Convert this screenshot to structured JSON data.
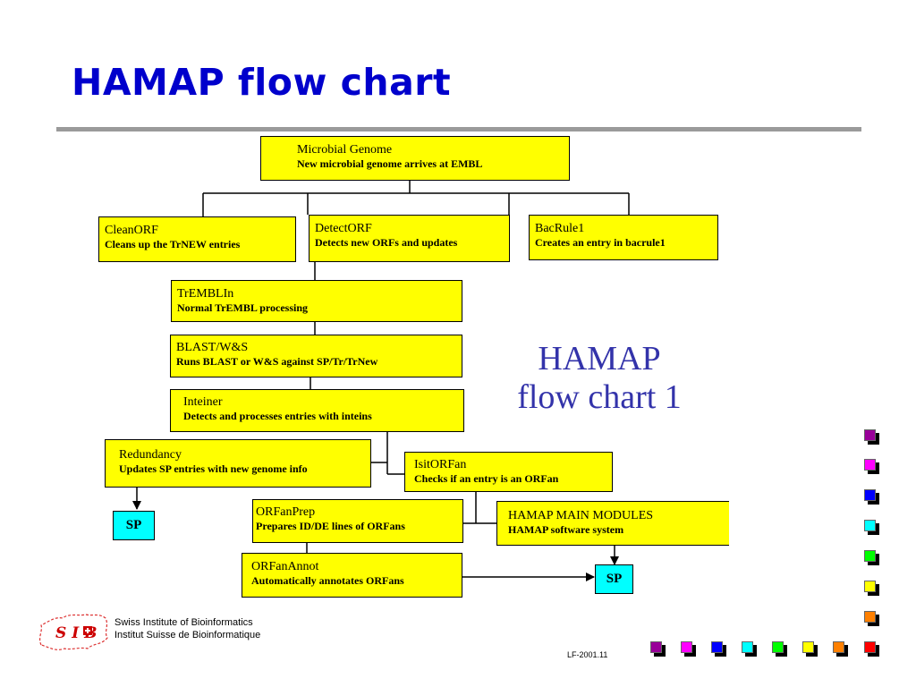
{
  "slide": {
    "title": "HAMAP flow chart"
  },
  "boxes": {
    "microbial": {
      "title": "Microbial Genome",
      "desc": "New microbial genome arrives at EMBL"
    },
    "cleanorf": {
      "title": "CleanORF",
      "desc": "Cleans up the TrNEW entries"
    },
    "detectorf": {
      "title": "DetectORF",
      "desc": "Detects new ORFs and updates"
    },
    "bacrule1": {
      "title": "BacRule1",
      "desc": "Creates an entry in bacrule1"
    },
    "tremblin": {
      "title": "TrEMBLIn",
      "desc": "Normal TrEMBL processing"
    },
    "blast": {
      "title": "BLAST/W&S",
      "desc": "Runs BLAST or W&S against SP/Tr/TrNew"
    },
    "inteiner": {
      "title": "Inteiner",
      "desc": "Detects and processes entries with inteins"
    },
    "redundancy": {
      "title": "Redundancy",
      "desc": "Updates SP entries with new genome info"
    },
    "isitorfan": {
      "title": "IsitORFan",
      "desc": "Checks if an entry is an ORFan"
    },
    "orfanprep": {
      "title": "ORFanPrep",
      "desc": "Prepares ID/DE lines of ORFans"
    },
    "hamap_main": {
      "title": "HAMAP MAIN MODULES",
      "desc": "HAMAP software system"
    },
    "orfanannot": {
      "title": "ORFanAnnot",
      "desc": "Automatically annotates ORFans"
    }
  },
  "sp_boxes": {
    "left_label": "SP",
    "right_label": "SP"
  },
  "caption": {
    "line1": "HAMAP",
    "line2": "flow chart 1"
  },
  "footer": {
    "institute_en": "Swiss Institute of Bioinformatics",
    "institute_fr": "Institut Suisse de Bioinformatique",
    "code": "LF-2001.11",
    "logo_text": "SIB"
  },
  "decor_colors": {
    "purple": "#990099",
    "magenta": "#ff00ff",
    "blue": "#0000ff",
    "cyan": "#00ffff",
    "green": "#00ff00",
    "yellow": "#ffff00",
    "orange": "#ff8000",
    "red": "#ff0000",
    "box_fill": "#ffff00",
    "title_blue": "#0000cc"
  }
}
